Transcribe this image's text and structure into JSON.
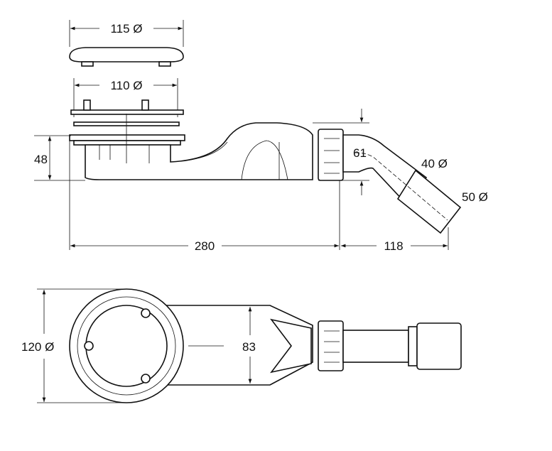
{
  "title": "Shower waste technical drawing",
  "dimensions": {
    "cover_diameter": "115 Ø",
    "flange_diameter": "110 Ø",
    "height": "48",
    "outlet_height": "61",
    "pipe_diameter_inner": "40 Ø",
    "pipe_diameter_outer": "50 Ø",
    "length_body": "280",
    "length_outlet": "118",
    "body_diameter": "120 Ø",
    "trap_width": "83"
  }
}
